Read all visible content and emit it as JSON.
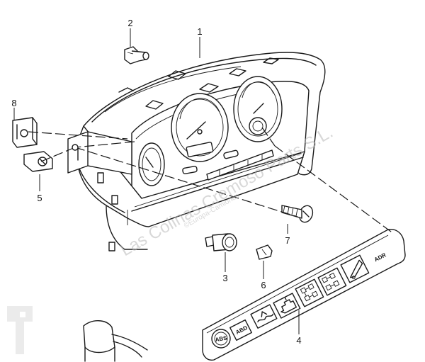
{
  "callouts": {
    "c1": "1",
    "c2": "2",
    "c3": "3",
    "c4": "4",
    "c5": "5",
    "c6": "6",
    "c7": "7",
    "c8": "8"
  },
  "strip": {
    "abs": "ABS",
    "abd": "ABD",
    "adr": "ADR"
  },
  "watermark": {
    "main": "Las Colinas Cremoso Parts S.L.",
    "sub": "©Europa-Camiones"
  }
}
